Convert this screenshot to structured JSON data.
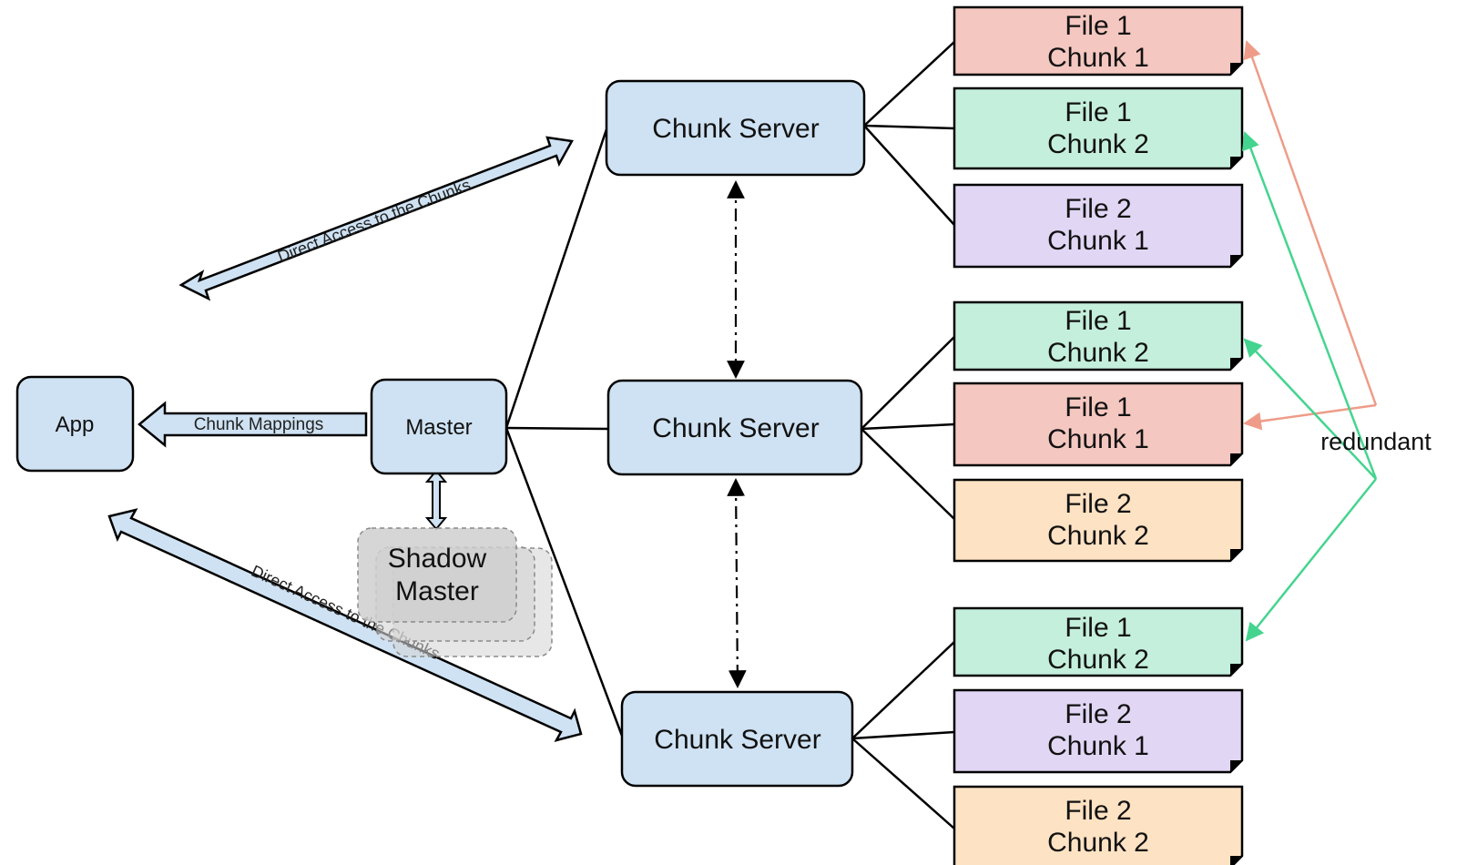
{
  "nodes": {
    "app": {
      "label": "App"
    },
    "master": {
      "label": "Master"
    },
    "shadow_master": {
      "line1": "Shadow",
      "line2": "Master"
    },
    "chunk_servers": [
      {
        "label": "Chunk Server"
      },
      {
        "label": "Chunk Server"
      },
      {
        "label": "Chunk Server"
      }
    ]
  },
  "arrows": {
    "direct_access_top": "Direct Access to the Chunks",
    "direct_access_bottom": "Direct Access to the Chunks",
    "chunk_mappings": "Chunk Mappings"
  },
  "chunks": [
    {
      "file": "File 1",
      "chunk": "Chunk 1"
    },
    {
      "file": "File 1",
      "chunk": "Chunk 2"
    },
    {
      "file": "File 2",
      "chunk": "Chunk 1"
    },
    {
      "file": "File 1",
      "chunk": "Chunk 2"
    },
    {
      "file": "File 1",
      "chunk": "Chunk 1"
    },
    {
      "file": "File 2",
      "chunk": "Chunk 2"
    },
    {
      "file": "File 1",
      "chunk": "Chunk 2"
    },
    {
      "file": "File 2",
      "chunk": "Chunk 1"
    },
    {
      "file": "File 2",
      "chunk": "Chunk 2"
    }
  ],
  "redundant_label": "redundant",
  "colors": {
    "node_fill": "#cfe2f3",
    "node_stroke": "#000000",
    "shadow_fill": "#d4d4d4",
    "f1c1": "#f4c7c0",
    "f1c2": "#c4efdc",
    "f2c1": "#e1d6f4",
    "f2c2": "#fde2c3",
    "redundant_red": "#ee9c89",
    "redundant_green": "#45d48f"
  }
}
